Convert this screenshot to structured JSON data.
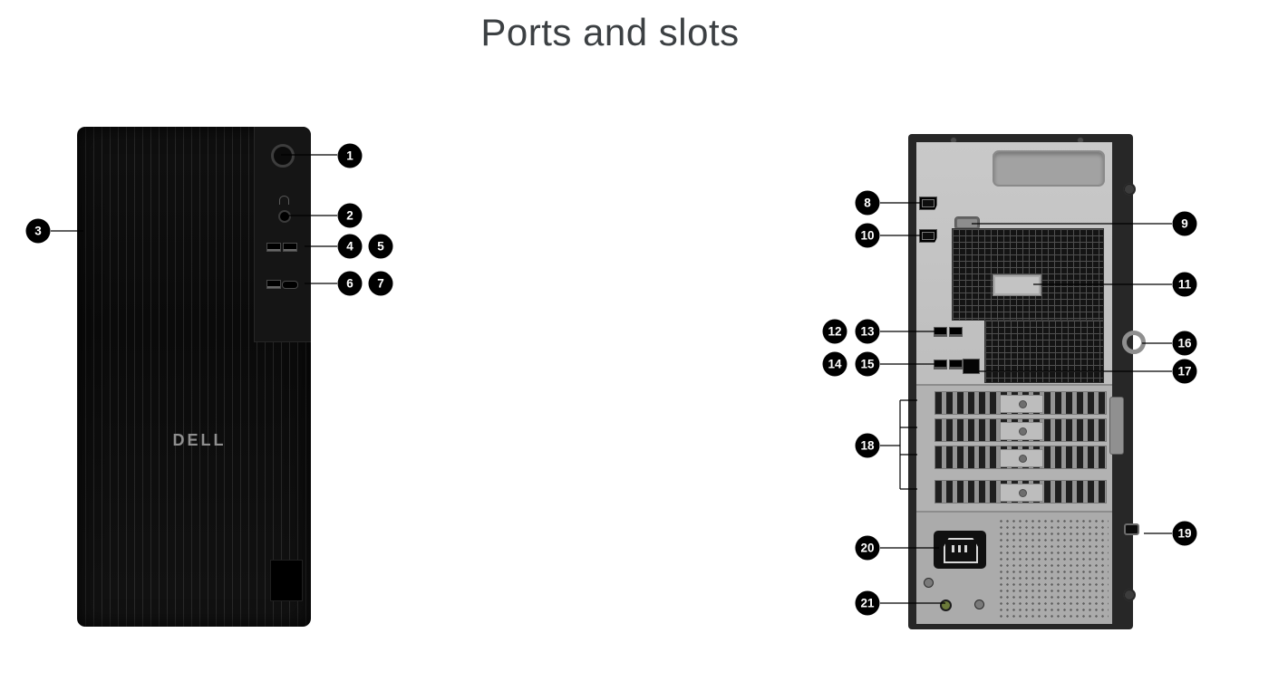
{
  "title": "Ports and slots",
  "front": {
    "logo": "DELL",
    "callouts": [
      "1",
      "2",
      "3",
      "4",
      "5",
      "6",
      "7"
    ]
  },
  "rear": {
    "callouts": [
      "8",
      "9",
      "10",
      "11",
      "12",
      "13",
      "14",
      "15",
      "16",
      "17",
      "18",
      "19",
      "20",
      "21"
    ]
  }
}
